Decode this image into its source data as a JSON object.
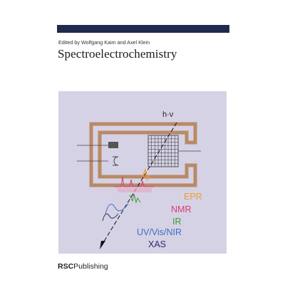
{
  "cover": {
    "editors": "Edited by Wolfgang Kaim and Axel Klein",
    "title": "Spectroelectrochemistry",
    "colors": {
      "top_bar": "#1f2a4d",
      "panel": "#d6d2e5",
      "cell_frame": "#b88a66",
      "grid": "#333333"
    }
  },
  "illustration": {
    "light_label": "h·ν",
    "techniques": [
      {
        "label": "EPR",
        "color": "#f39c2a"
      },
      {
        "label": "NMR",
        "color": "#d63a7a"
      },
      {
        "label": "IR",
        "color": "#3a9a3a"
      },
      {
        "label": "UV/Vis/NIR",
        "color": "#3b6fc4"
      },
      {
        "label": "XAS",
        "color": "#2a2a66"
      }
    ]
  },
  "publisher": {
    "brand": "RSC",
    "suffix": "Publishing"
  }
}
